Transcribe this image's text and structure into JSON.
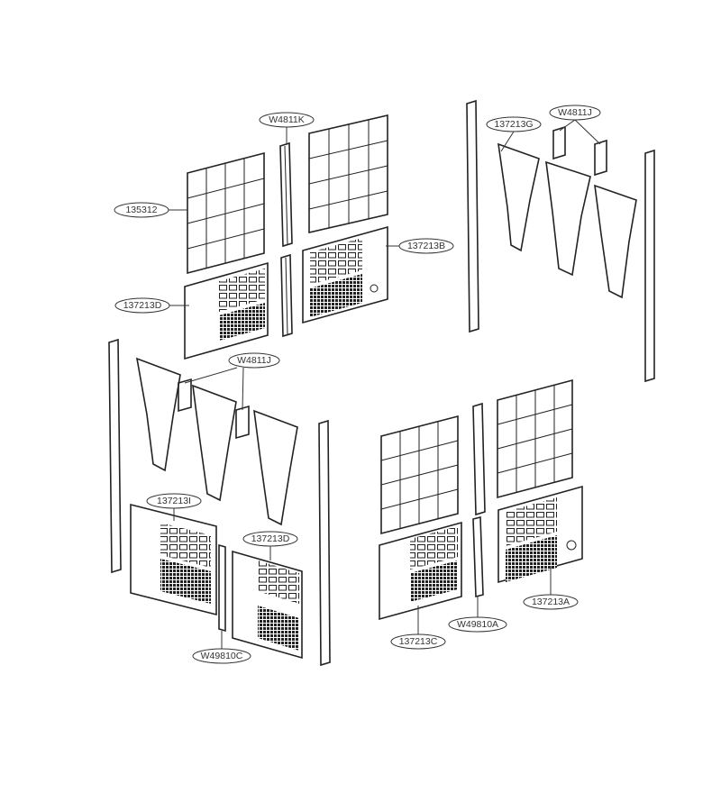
{
  "callouts": {
    "top_left_center_rail": "W4811K",
    "top_left_grid": "135312",
    "top_left_panel_left": "137213D",
    "top_left_panel_right": "137213B",
    "top_right_fins": "137213G",
    "top_right_brackets": "W4811J",
    "bottom_left_brackets": "W4811J",
    "bottom_left_panel_left": "137213I",
    "bottom_left_panel_right": "137213D",
    "bottom_left_rail": "W49810C",
    "bottom_right_panel_left": "137213C",
    "bottom_right_rail": "W49810A",
    "bottom_right_panel_right": "137213A"
  }
}
